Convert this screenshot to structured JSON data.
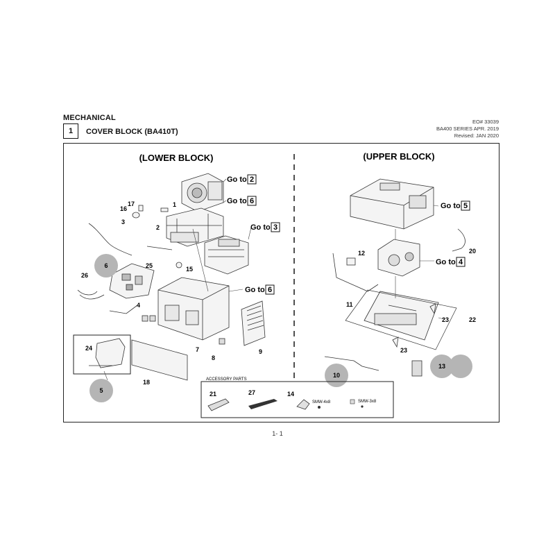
{
  "header": {
    "section": "MECHANICAL",
    "block_number": "1",
    "block_title": "COVER BLOCK (BA410T)",
    "doc_lines": [
      "EO# 33039",
      "BA400 SERIES APR. 2019",
      "Revised: JAN 2020"
    ]
  },
  "diagram": {
    "lower_title": "(LOWER BLOCK)",
    "upper_title": "(UPPER BLOCK)",
    "goto_prefix": "Go to",
    "goto_refs": [
      {
        "id": "goto-2",
        "num": "2"
      },
      {
        "id": "goto-6a",
        "num": "6"
      },
      {
        "id": "goto-3",
        "num": "3"
      },
      {
        "id": "goto-6b",
        "num": "6"
      },
      {
        "id": "goto-5",
        "num": "5"
      },
      {
        "id": "goto-4",
        "num": "4"
      }
    ],
    "part_labels": [
      "17",
      "16",
      "1",
      "3",
      "2",
      "25",
      "15",
      "26",
      "4",
      "7",
      "8",
      "9",
      "24",
      "18",
      "12",
      "11",
      "20",
      "23",
      "22",
      "23",
      "21",
      "27",
      "14"
    ],
    "circled_callouts": [
      "6",
      "5",
      "10",
      "13"
    ],
    "accessory": {
      "title": "ACCESSORY PARTS",
      "screw_a": "SMW-4x8",
      "screw_b": "SMW-3x8"
    }
  },
  "footer": {
    "page": "1- 1"
  }
}
